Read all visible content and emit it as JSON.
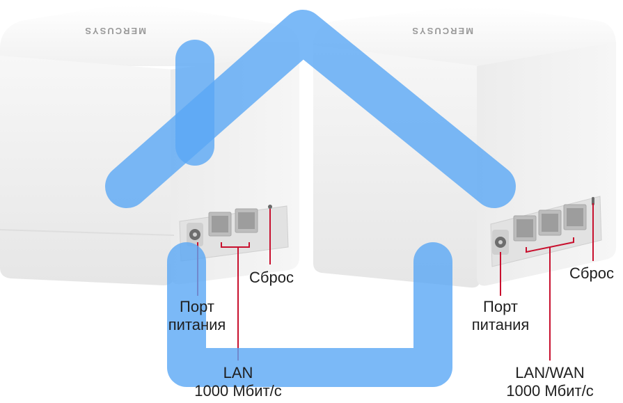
{
  "brand": "MERCUSYS",
  "colors": {
    "house_overlay": "#5aa7f5",
    "callout_line": "#c8102e",
    "device_body": "#f4f4f4",
    "label_text": "#1f1f1f"
  },
  "left_unit": {
    "reset_label": "Сброс",
    "power_label_line1": "Порт",
    "power_label_line2": "питания",
    "lan_label_line1": "LAN",
    "lan_label_line2": "1000 Мбит/с"
  },
  "right_unit": {
    "reset_label": "Сброс",
    "power_label_line1": "Порт",
    "power_label_line2": "питания",
    "lan_label_line1": "LAN/WAN",
    "lan_label_line2": "1000 Мбит/с"
  }
}
